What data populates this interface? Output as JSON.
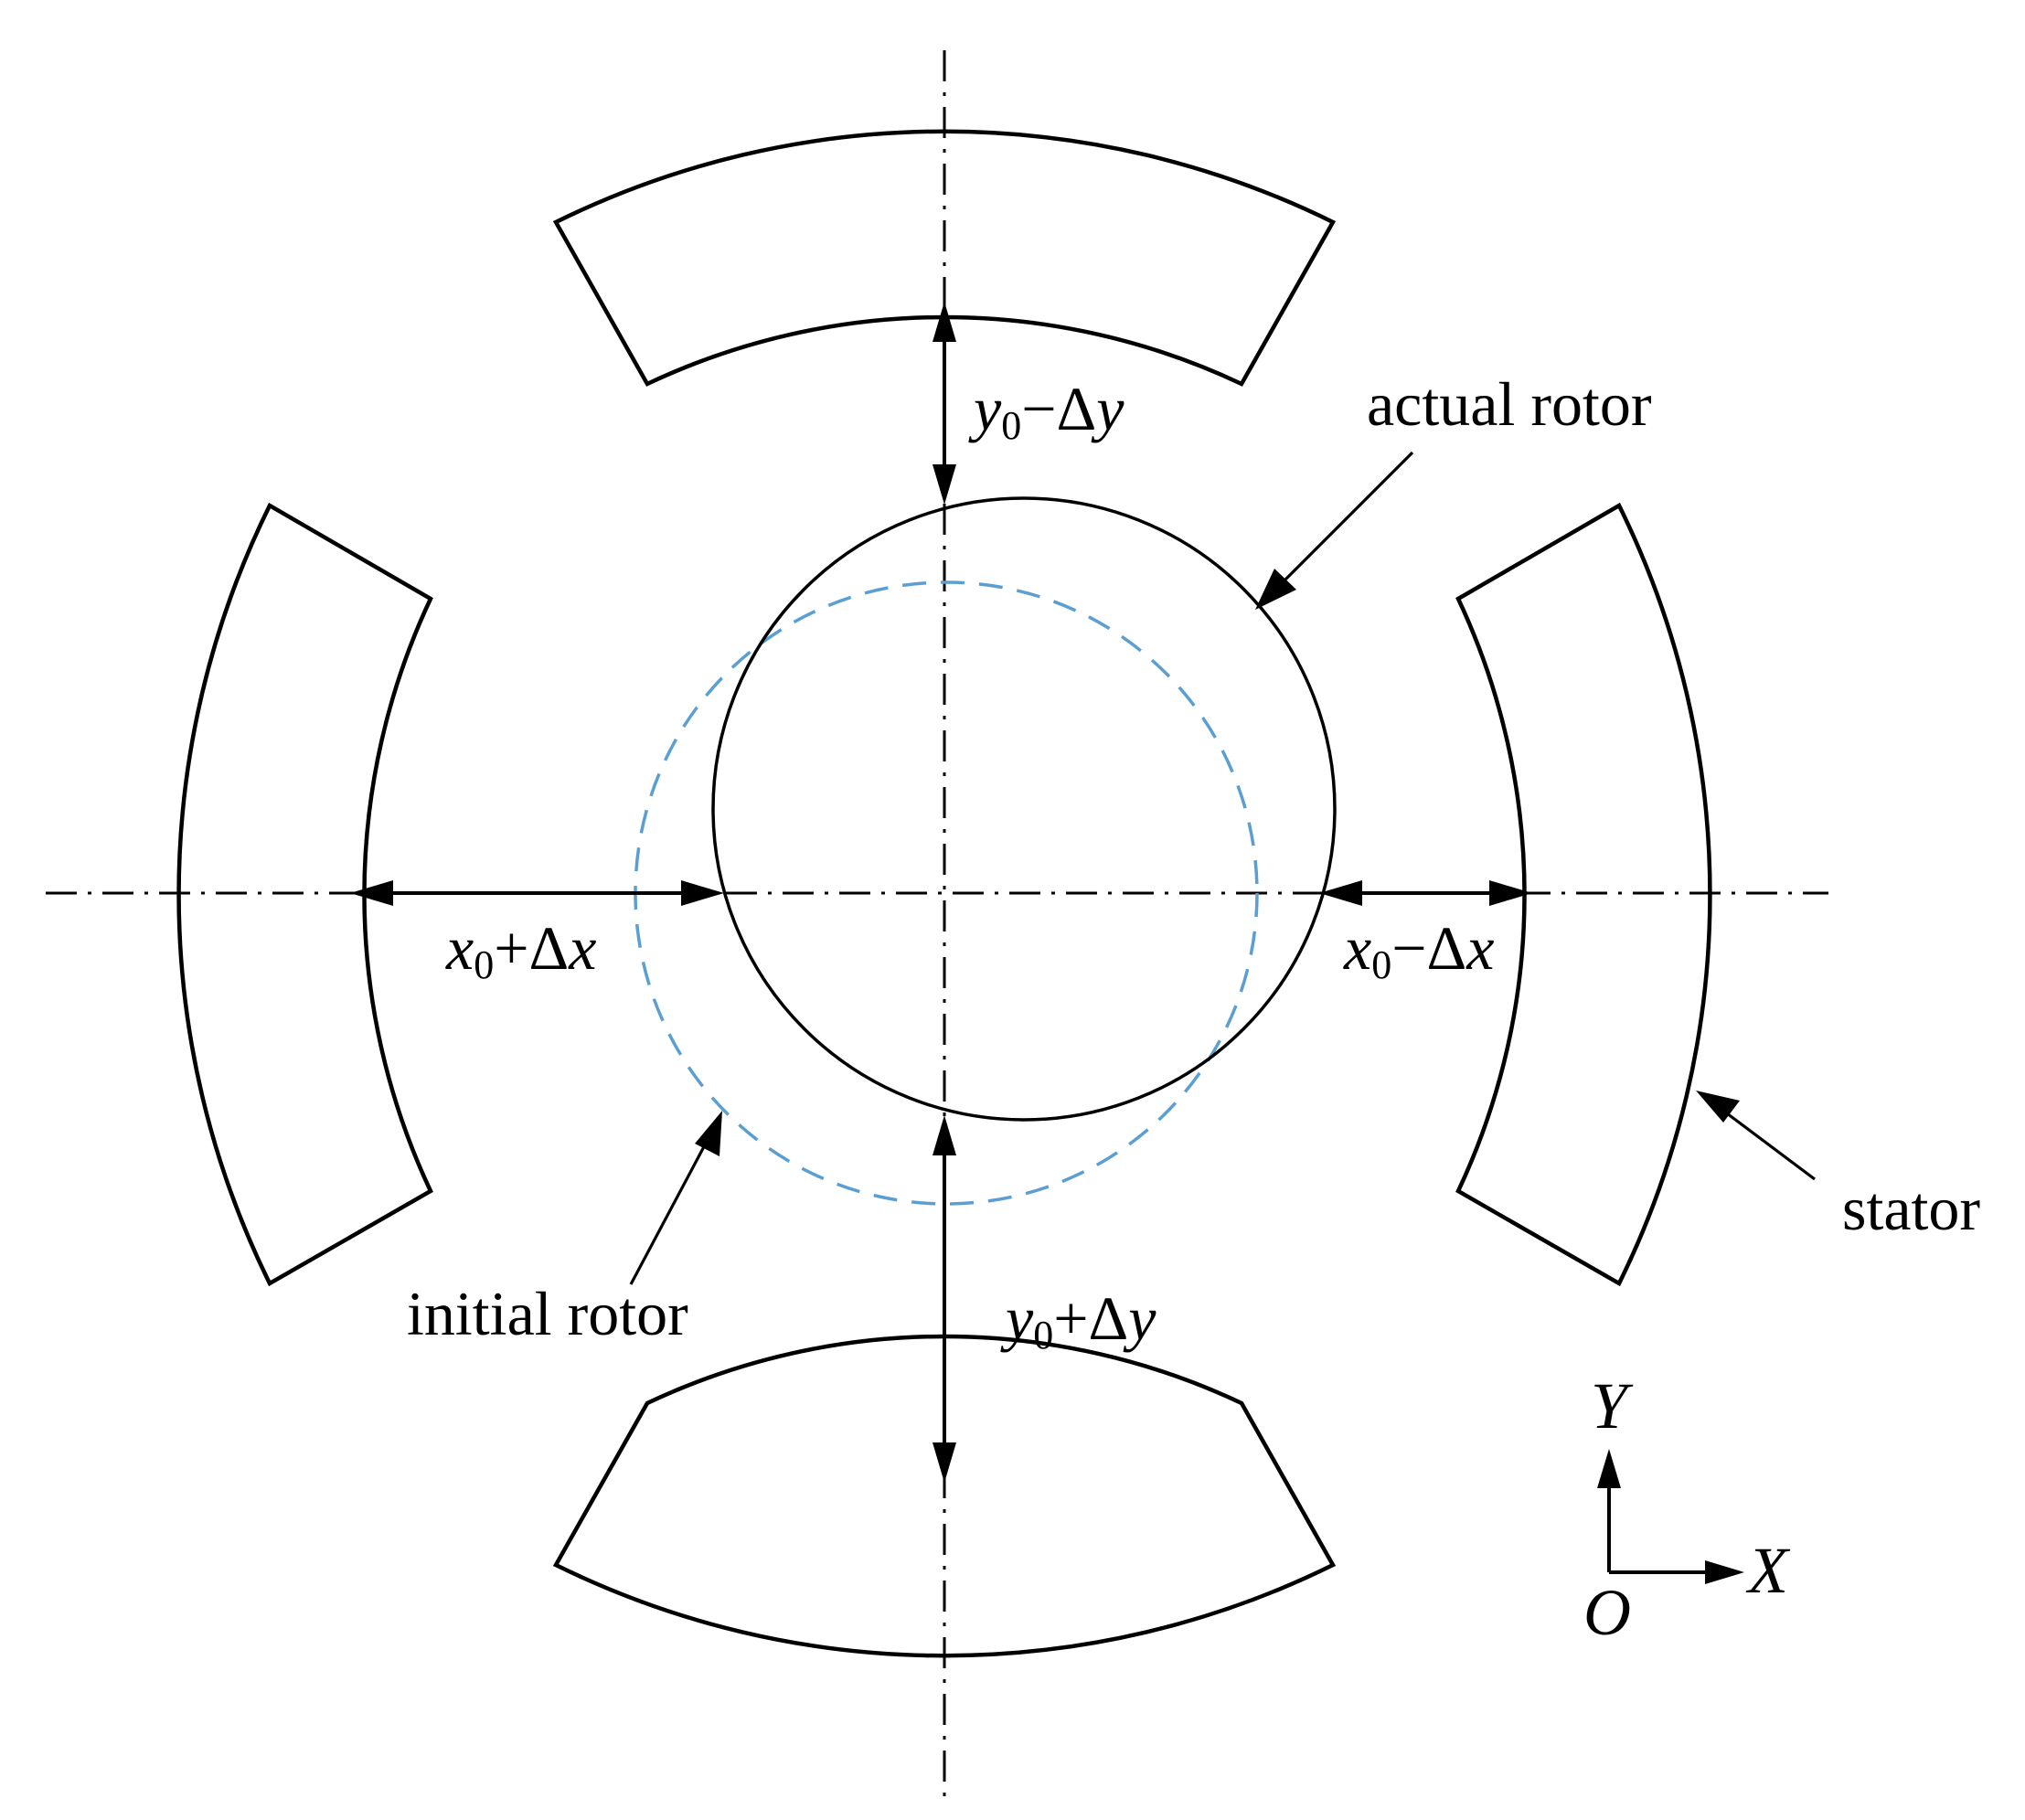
{
  "labels": {
    "actual_rotor": "actual rotor",
    "initial_rotor": "initial rotor",
    "stator": "stator"
  },
  "dimensions": {
    "top": {
      "var": "y",
      "sub": "0",
      "op": "−Δ",
      "tail": "y"
    },
    "bottom": {
      "var": "y",
      "sub": "0",
      "op": "+Δ",
      "tail": "y"
    },
    "left": {
      "var": "x",
      "sub": "0",
      "op": "+Δ",
      "tail": "x"
    },
    "right": {
      "var": "x",
      "sub": "0",
      "op": "−Δ",
      "tail": "x"
    }
  },
  "coordinate_frame": {
    "y_axis": "Y",
    "x_axis": "X",
    "origin": "O"
  },
  "colors": {
    "initial_rotor": "#5b9fd2",
    "lines": "#000000"
  }
}
